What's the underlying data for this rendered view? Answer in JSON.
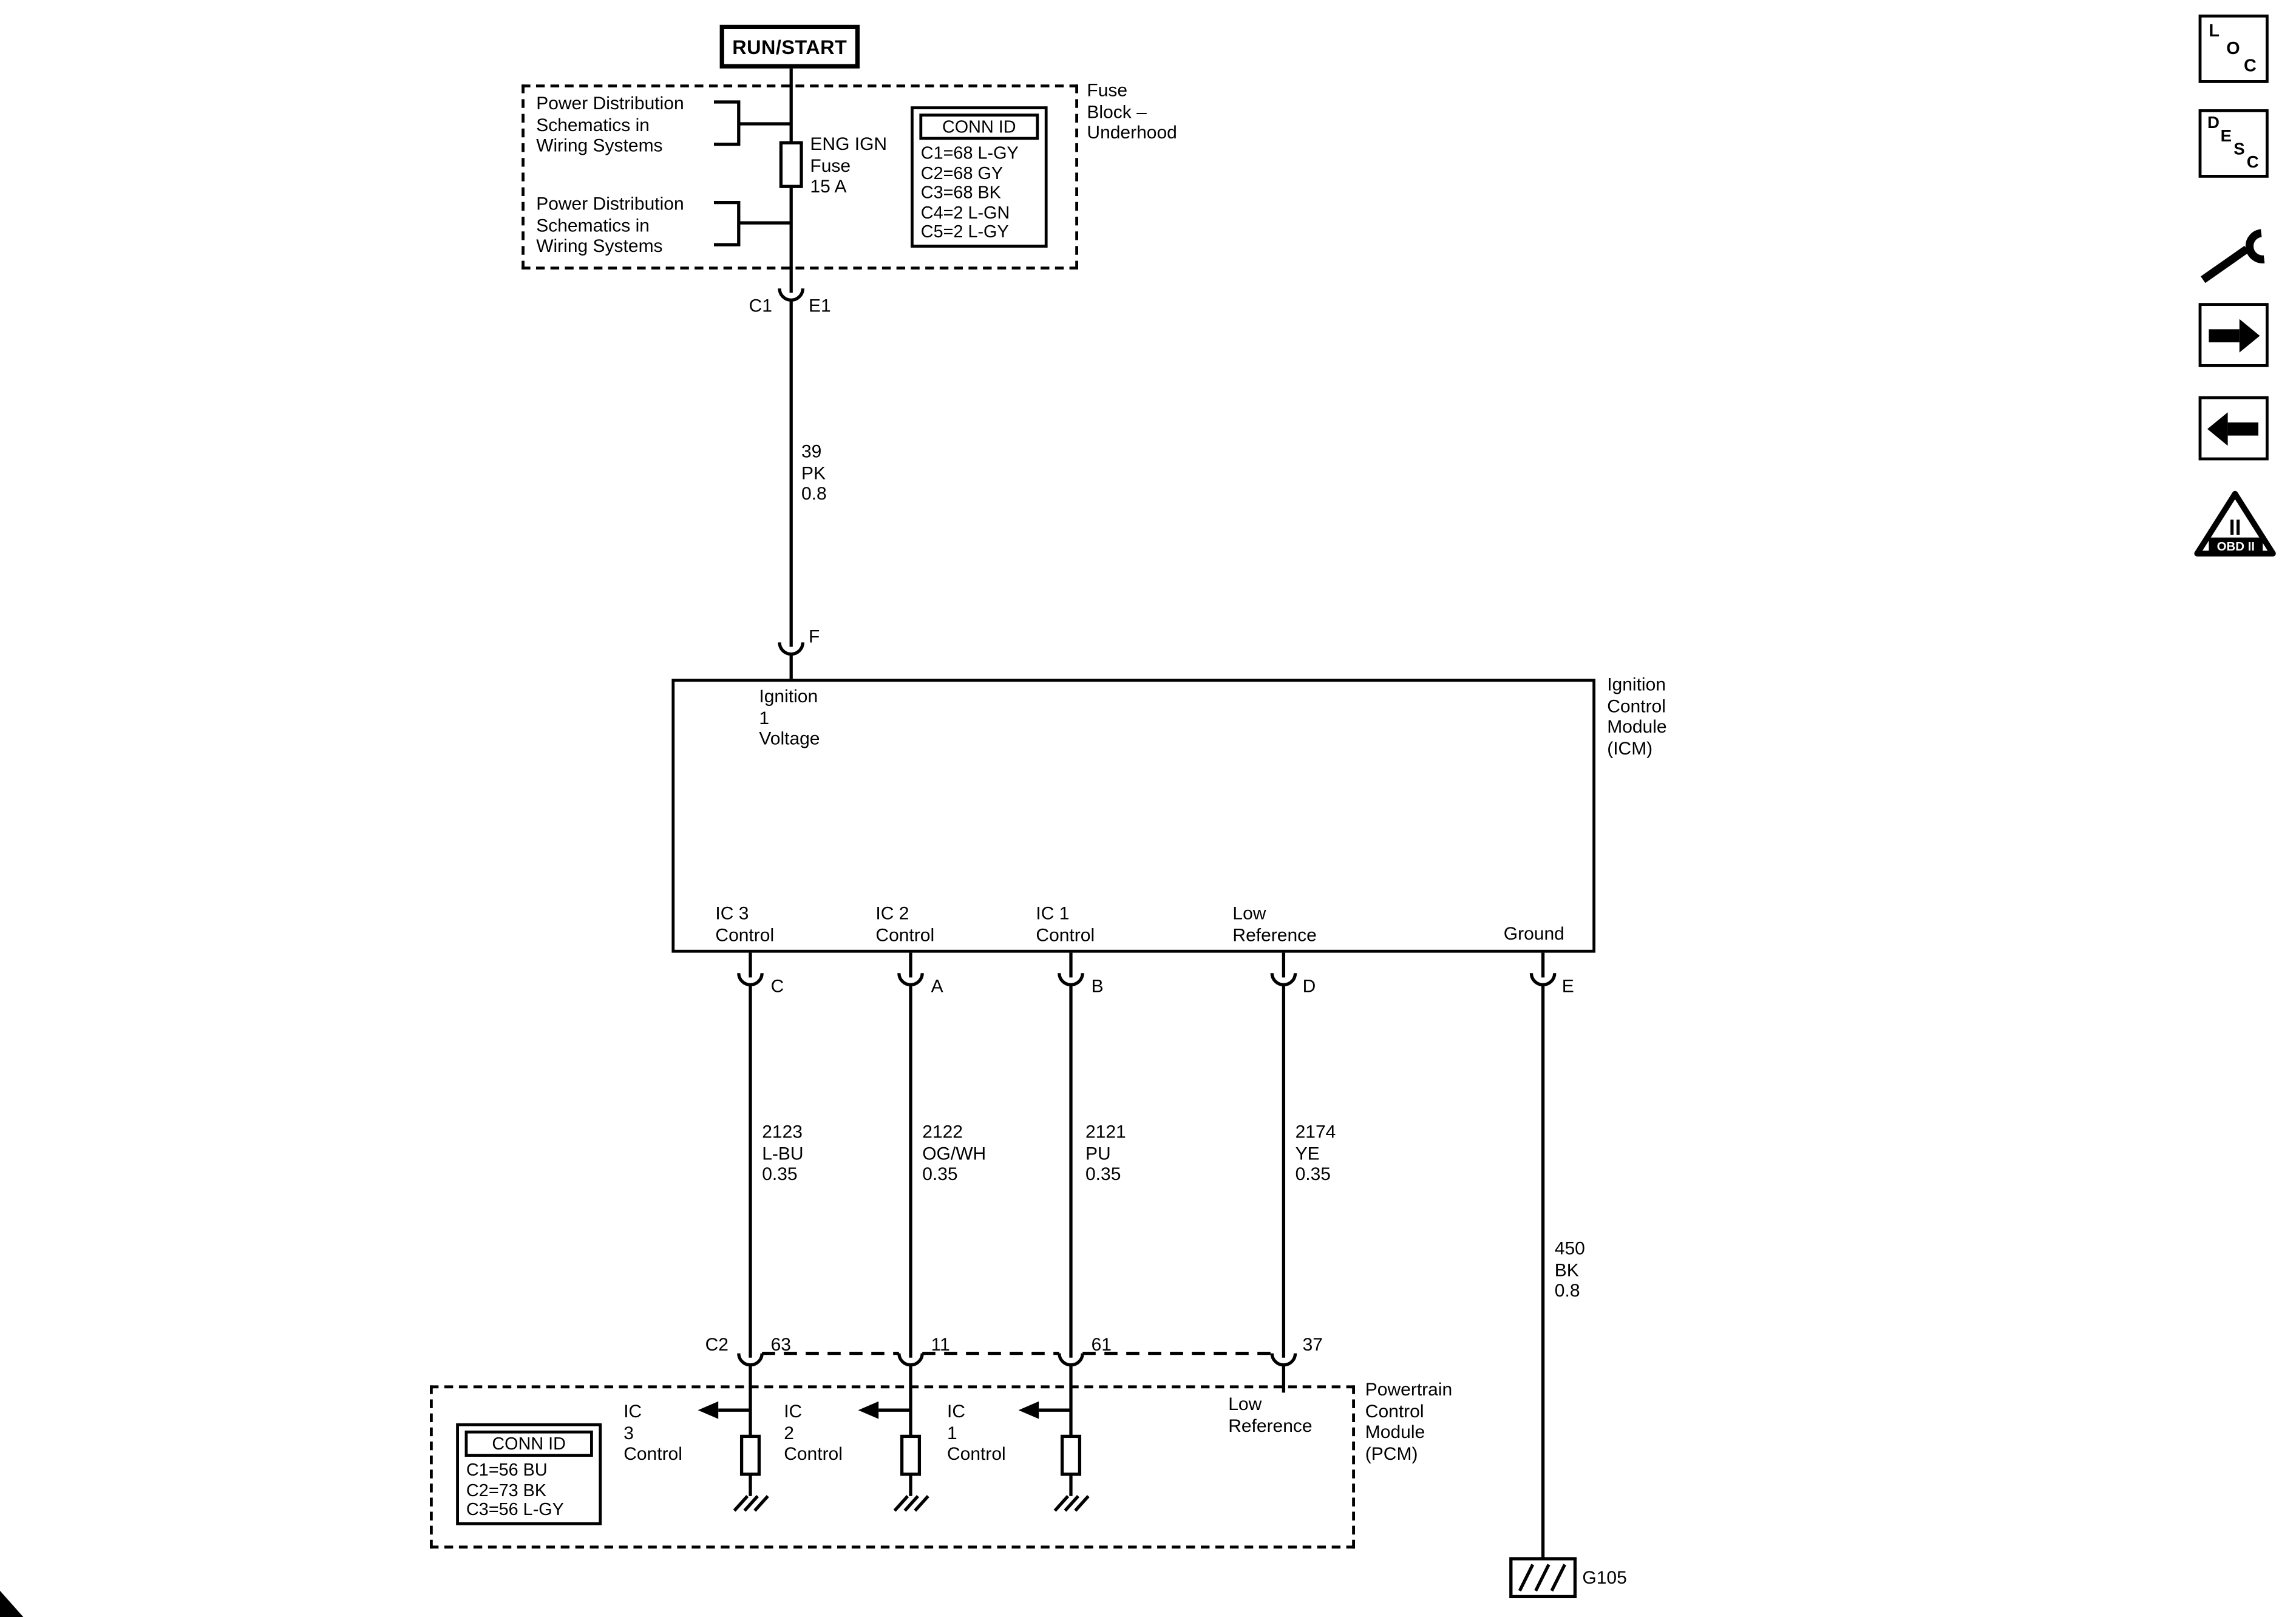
{
  "colors": {
    "ink": "#000000",
    "bg": "#ffffff"
  },
  "header": {
    "run_start_label": "RUN/START"
  },
  "fuse_block": {
    "box_label": "Fuse\nBlock –\nUnderhood",
    "ref_top": "Power Distribution\nSchematics in\nWiring Systems",
    "ref_bottom": "Power Distribution\nSchematics in\nWiring Systems",
    "fuse_label": "ENG IGN\nFuse\n15 A",
    "conn_id": {
      "title": "CONN ID",
      "rows": [
        "C1=68 L-GY",
        "C2=68 GY",
        "C3=68 BK",
        "C4=2 L-GN",
        "C5=2 L-GY"
      ]
    },
    "connector": {
      "left": "C1",
      "right": "E1"
    }
  },
  "wires": {
    "ignition_feed": "39\nPK\n0.8",
    "ic3": "2123\nL-BU\n0.35",
    "ic2": "2122\nOG/WH\n0.35",
    "ic1": "2121\nPU\n0.35",
    "low_ref": "2174\nYE\n0.35",
    "ground": "450\nBK\n0.8"
  },
  "icm": {
    "box_label": "Ignition\nControl\nModule\n(ICM)",
    "top_pin": {
      "terminal": "F",
      "label": "Ignition\n1\nVoltage"
    },
    "bottom_pins": [
      {
        "label": "IC 3\nControl",
        "terminal": "C"
      },
      {
        "label": "IC 2\nControl",
        "terminal": "A"
      },
      {
        "label": "IC 1\nControl",
        "terminal": "B"
      },
      {
        "label": "Low\nReference",
        "terminal": "D"
      },
      {
        "label": "Ground",
        "terminal": "E"
      }
    ]
  },
  "pcm": {
    "box_label": "Powertrain\nControl\nModule\n(PCM)",
    "connector_label": "C2",
    "terminals": [
      "63",
      "11",
      "61",
      "37"
    ],
    "conn_id": {
      "title": "CONN ID",
      "rows": [
        "C1=56 BU",
        "C2=73 BK",
        "C3=56 L-GY"
      ]
    },
    "signals": [
      "IC\n3\nControl",
      "IC\n2\nControl",
      "IC\n1\nControl",
      "Low\nReference"
    ]
  },
  "ground": {
    "name": "G105"
  },
  "sidebar": {
    "icons": [
      "loc-icon",
      "desc-icon",
      "diagnostic-tools-icon",
      "forward-arrow-icon",
      "back-arrow-icon",
      "obd-ii-warning-icon"
    ],
    "loc": {
      "l1": "L",
      "l2": "O",
      "l3": "C"
    },
    "desc": {
      "l1": "D",
      "l2": "E",
      "l3": "S",
      "l4": "C"
    },
    "obd": {
      "mark": "II",
      "label": "OBD II"
    }
  }
}
